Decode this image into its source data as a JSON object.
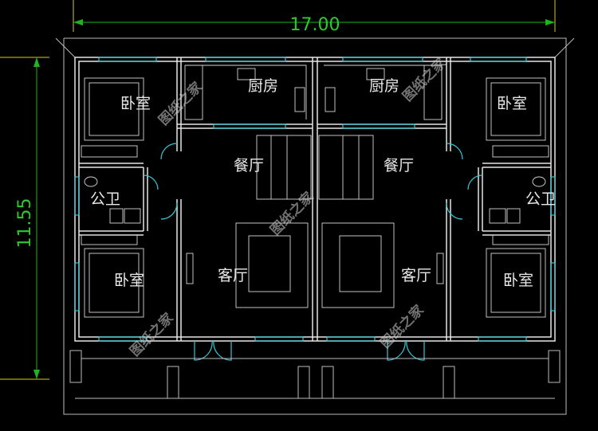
{
  "dimensions": {
    "width": "17.00",
    "height": "11.55"
  },
  "rooms": {
    "bedroom_top_left": "卧室",
    "kitchen_left": "厨房",
    "kitchen_right": "厨房",
    "bedroom_top_right": "卧室",
    "dining_left": "餐厅",
    "dining_right": "餐厅",
    "bathroom_left": "公卫",
    "bathroom_right": "公卫",
    "living_left": "客厅",
    "living_right": "客厅",
    "bedroom_bottom_left": "卧室",
    "bedroom_bottom_right": "卧室"
  },
  "watermark": "图纸之家",
  "colors": {
    "walls": "#e6e6e6",
    "windows": "#35c6d6",
    "dimension_green": "#1fb41f",
    "dimension_yellow": "#cfd200",
    "background": "#000000"
  }
}
